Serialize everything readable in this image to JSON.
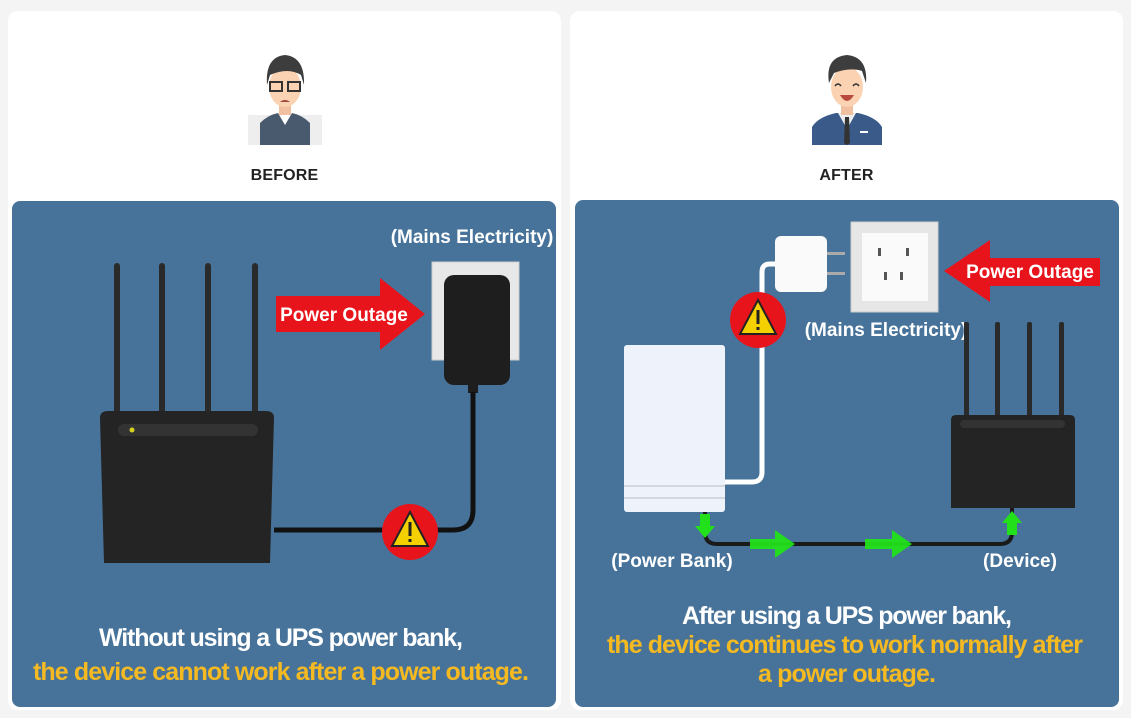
{
  "before": {
    "heading": "BEFORE",
    "mains_label": "(Mains Electricity)",
    "outage_label": "Power Outage",
    "caption_line1": "Without using a UPS power bank,",
    "caption_line2": "the device cannot work after a power outage."
  },
  "after": {
    "heading": "AFTER",
    "mains_label": "(Mains Electricity)",
    "outage_label": "Power Outage",
    "power_bank_label": "(Power Bank)",
    "device_label": "(Device)",
    "caption_line1": "After using a UPS power bank,",
    "caption_line2": "the device continues to work normally after",
    "caption_line3": "a power outage."
  },
  "colors": {
    "panel": "#47739a",
    "highlight": "#f5b921",
    "outage_red": "#e8141c",
    "flow_green": "#22e01a"
  }
}
